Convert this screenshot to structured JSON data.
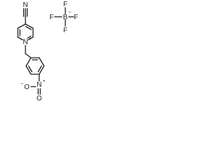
{
  "structure": {
    "cation": {
      "nitrile_n": "N",
      "ring_n": "N",
      "ring_n_charge": "+",
      "nitro_n": "N",
      "nitro_n_charge": "+",
      "nitro_o_top": "O",
      "nitro_o_bottom": "O",
      "nitro_o_charge": "−"
    },
    "anion": {
      "boron": "B",
      "boron_charge": "−",
      "f_top": "F",
      "f_left": "F",
      "f_right": "F",
      "f_bottom": "F"
    }
  }
}
